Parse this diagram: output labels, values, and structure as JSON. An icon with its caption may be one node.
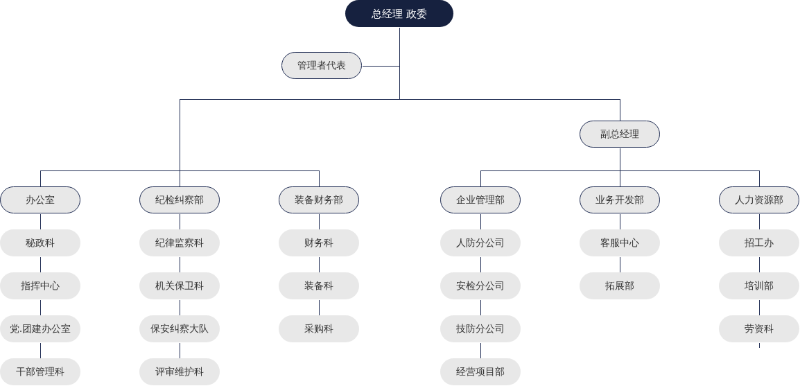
{
  "diagram": {
    "nodes": [
      {
        "text": [
          "总经理 政委"
        ]
      },
      {
        "text": [
          "管理者代表"
        ]
      },
      {
        "text": [
          "副总经理"
        ]
      },
      {
        "text": [
          "办公室"
        ]
      },
      {
        "text": [
          "纪检纠察部"
        ]
      },
      {
        "text": [
          "装备财务部"
        ]
      },
      {
        "text": [
          "企业管理部"
        ]
      },
      {
        "text": [
          "业务开发部"
        ]
      },
      {
        "text": [
          "人力资源部"
        ]
      },
      {
        "text": [
          "秘政科"
        ]
      },
      {
        "text": [
          "指挥中心"
        ]
      },
      {
        "text": [
          "党.团建办公室"
        ]
      },
      {
        "text": [
          "干部管理科"
        ]
      },
      {
        "text": [
          "纪律监察科"
        ]
      },
      {
        "text": [
          "机关保卫科"
        ]
      },
      {
        "text": [
          "保安纠察大队"
        ]
      },
      {
        "text": [
          "评审维护科"
        ]
      },
      {
        "text": [
          "财务科"
        ]
      },
      {
        "text": [
          "装备科"
        ]
      },
      {
        "text": [
          "采购科"
        ]
      },
      {
        "text": [
          "人防分公司"
        ]
      },
      {
        "text": [
          "安检分公司"
        ]
      },
      {
        "text": [
          "技防分公司"
        ]
      },
      {
        "text": [
          "经营项目部"
        ]
      },
      {
        "text": [
          "客服中心"
        ]
      },
      {
        "text": [
          "拓展部"
        ]
      },
      {
        "text": [
          "招工办"
        ]
      },
      {
        "text": [
          "培训部"
        ]
      },
      {
        "text": [
          "劳资科"
        ]
      }
    ],
    "edges": [
      {
        "from": 0,
        "to": 1,
        "arrow": "none"
      },
      {
        "from": 0,
        "to": 2,
        "arrow": "none"
      },
      {
        "from": 0,
        "to": 3,
        "arrow": "none"
      },
      {
        "from": 0,
        "to": 4,
        "arrow": "none"
      },
      {
        "from": 0,
        "to": 5,
        "arrow": "none"
      },
      {
        "from": 2,
        "to": 6,
        "arrow": "none"
      },
      {
        "from": 2,
        "to": 7,
        "arrow": "none"
      },
      {
        "from": 2,
        "to": 8,
        "arrow": "none"
      },
      {
        "from": 3,
        "to": 9,
        "arrow": "none"
      },
      {
        "from": 9,
        "to": 10,
        "arrow": "none"
      },
      {
        "from": 10,
        "to": 11,
        "arrow": "none"
      },
      {
        "from": 11,
        "to": 12,
        "arrow": "none"
      },
      {
        "from": 4,
        "to": 13,
        "arrow": "none"
      },
      {
        "from": 13,
        "to": 14,
        "arrow": "none"
      },
      {
        "from": 14,
        "to": 15,
        "arrow": "none"
      },
      {
        "from": 15,
        "to": 16,
        "arrow": "none"
      },
      {
        "from": 5,
        "to": 17,
        "arrow": "none"
      },
      {
        "from": 17,
        "to": 18,
        "arrow": "none"
      },
      {
        "from": 18,
        "to": 19,
        "arrow": "none"
      },
      {
        "from": 6,
        "to": 20,
        "arrow": "none"
      },
      {
        "from": 20,
        "to": 21,
        "arrow": "none"
      },
      {
        "from": 21,
        "to": 22,
        "arrow": "none"
      },
      {
        "from": 22,
        "to": 23,
        "arrow": "none"
      },
      {
        "from": 7,
        "to": 24,
        "arrow": "none"
      },
      {
        "from": 24,
        "to": 25,
        "arrow": "none"
      },
      {
        "from": 8,
        "to": 26,
        "arrow": "none"
      },
      {
        "from": 26,
        "to": 27,
        "arrow": "none"
      },
      {
        "from": 27,
        "to": 28,
        "arrow": "none"
      },
      {
        "from": 28,
        "to": null,
        "arrow": "none"
      }
    ]
  }
}
